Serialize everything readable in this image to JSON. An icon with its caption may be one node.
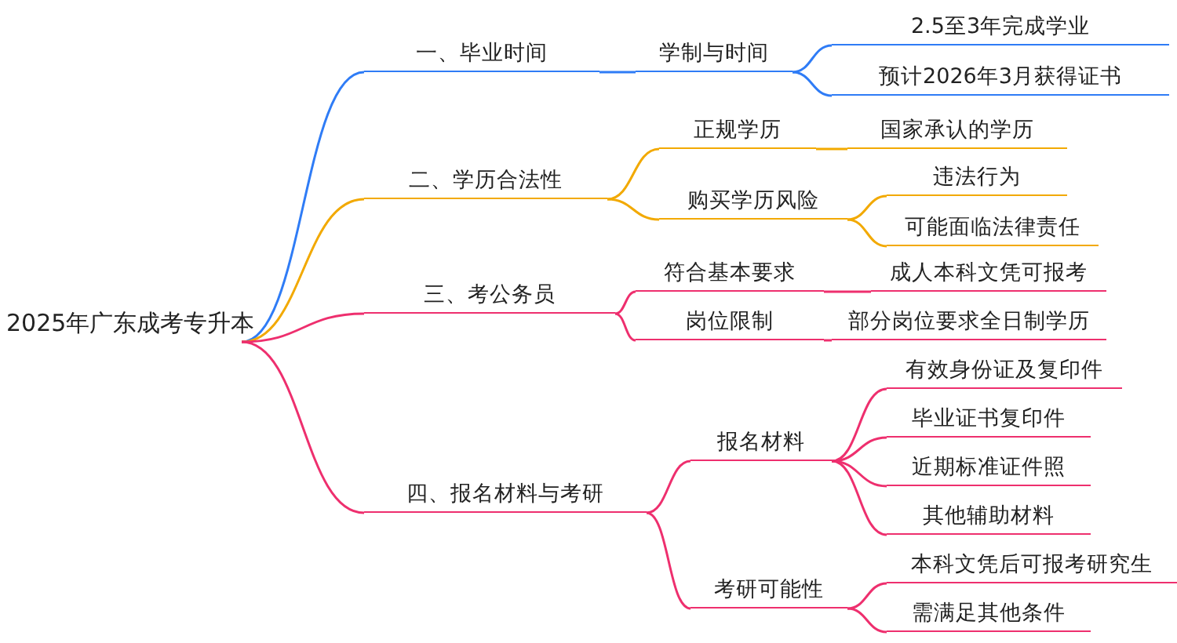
{
  "diagram": {
    "nodes": [
      {
        "text": [
          "2025年广东成考专升本"
        ]
      },
      {
        "text": [
          "一、毕业时间"
        ]
      },
      {
        "text": [
          "学制与时间"
        ]
      },
      {
        "text": [
          "2.5至3年完成学业"
        ]
      },
      {
        "text": [
          "预计2026年3月获得证书"
        ]
      },
      {
        "text": [
          "二、学历合法性"
        ]
      },
      {
        "text": [
          "正规学历"
        ]
      },
      {
        "text": [
          "国家承认的学历"
        ]
      },
      {
        "text": [
          "购买学历风险"
        ]
      },
      {
        "text": [
          "违法行为"
        ]
      },
      {
        "text": [
          "可能面临法律责任"
        ]
      },
      {
        "text": [
          "三、考公务员"
        ]
      },
      {
        "text": [
          "符合基本要求"
        ]
      },
      {
        "text": [
          "成人本科文凭可报考"
        ]
      },
      {
        "text": [
          "岗位限制"
        ]
      },
      {
        "text": [
          "部分岗位要求全日制学历"
        ]
      },
      {
        "text": [
          "四、报名材料与考研"
        ]
      },
      {
        "text": [
          "报名材料"
        ]
      },
      {
        "text": [
          "有效身份证及复印件"
        ]
      },
      {
        "text": [
          "毕业证书复印件"
        ]
      },
      {
        "text": [
          "近期标准证件照"
        ]
      },
      {
        "text": [
          "其他辅助材料"
        ]
      },
      {
        "text": [
          "考研可能性"
        ]
      },
      {
        "text": [
          "本科文凭后可报考研究生"
        ]
      },
      {
        "text": [
          "需满足其他条件"
        ]
      }
    ],
    "edges": [
      {
        "from": 0,
        "to": 1,
        "arrow": "none",
        "color": "#2f7cf6"
      },
      {
        "from": 1,
        "to": 2,
        "arrow": "none",
        "color": "#2f7cf6"
      },
      {
        "from": 2,
        "to": 3,
        "arrow": "none",
        "color": "#2f7cf6"
      },
      {
        "from": 2,
        "to": 4,
        "arrow": "none",
        "color": "#2f7cf6"
      },
      {
        "from": 0,
        "to": 5,
        "arrow": "none",
        "color": "#f2a900"
      },
      {
        "from": 5,
        "to": 6,
        "arrow": "none",
        "color": "#f2a900"
      },
      {
        "from": 6,
        "to": 7,
        "arrow": "none",
        "color": "#f2a900"
      },
      {
        "from": 5,
        "to": 8,
        "arrow": "none",
        "color": "#f2a900"
      },
      {
        "from": 8,
        "to": 9,
        "arrow": "none",
        "color": "#f2a900"
      },
      {
        "from": 8,
        "to": 10,
        "arrow": "none",
        "color": "#f2a900"
      },
      {
        "from": 0,
        "to": 11,
        "arrow": "none"
      },
      {
        "from": 11,
        "to": 12,
        "arrow": "none"
      },
      {
        "from": 12,
        "to": 13,
        "arrow": "none"
      },
      {
        "from": 11,
        "to": 14,
        "arrow": "none"
      },
      {
        "from": 14,
        "to": 15,
        "arrow": "none"
      },
      {
        "from": 0,
        "to": 16,
        "arrow": "none"
      },
      {
        "from": 16,
        "to": 17,
        "arrow": "none"
      },
      {
        "from": 17,
        "to": 18,
        "arrow": "none"
      },
      {
        "from": 17,
        "to": 19,
        "arrow": "none"
      },
      {
        "from": 17,
        "to": 20,
        "arrow": "none"
      },
      {
        "from": 17,
        "to": 21,
        "arrow": "none"
      },
      {
        "from": 16,
        "to": 22,
        "arrow": "none"
      },
      {
        "from": 22,
        "to": 23,
        "arrow": "none"
      },
      {
        "from": 22,
        "to": 24,
        "arrow": "none"
      }
    ]
  }
}
